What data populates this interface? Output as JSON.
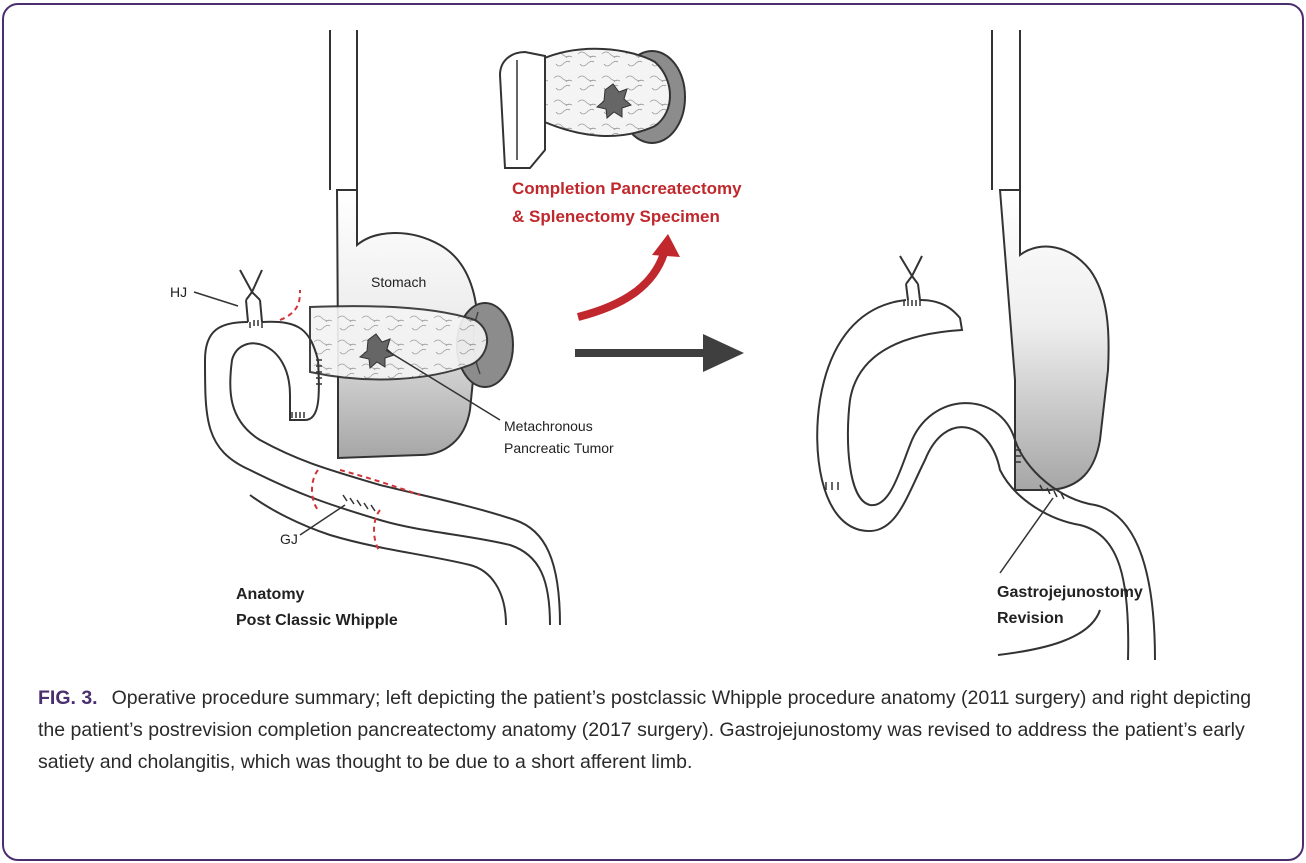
{
  "figure": {
    "specimen_title_line1": "Completion Pancreatectomy",
    "specimen_title_line2": "& Splenectomy Specimen",
    "label_hj": "HJ",
    "label_gj": "GJ",
    "label_stomach": "Stomach",
    "tumor_line1": "Metachronous",
    "tumor_line2": "Pancreatic Tumor",
    "left_title_line1": "Anatomy",
    "left_title_line2": "Post Classic Whipple",
    "right_title_line1": "Gastrojejunostomy",
    "right_title_line2": "Revision"
  },
  "caption": {
    "fig_number": "FIG. 3.",
    "text": "Operative procedure summary; left depicting the patient’s postclassic Whipple procedure anatomy (2011 surgery) and right depicting the patient’s postrevision completion pancreatectomy anatomy (2017 surgery). Gastrojejunostomy was revised to address the patient’s early satiety and cholangitis, which was thought to be due to a short afferent limb."
  },
  "colors": {
    "accent_red": "#c0282d",
    "arrow_gray": "#3f3f3f",
    "frame_purple": "#4b2e6e"
  }
}
